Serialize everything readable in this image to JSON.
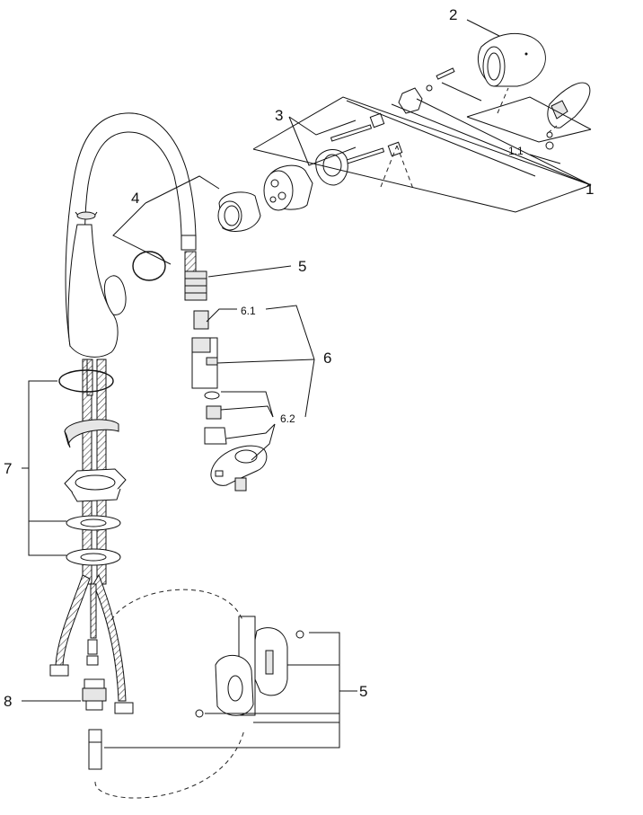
{
  "callouts": {
    "c1": "1",
    "c1_1": "1.1",
    "c2": "2",
    "c3": "3",
    "c4": "4",
    "c5_top": "5",
    "c5_bottom": "5",
    "c6": "6",
    "c6_1": "6.1",
    "c6_2": "6.2",
    "c7": "7",
    "c8": "8"
  }
}
